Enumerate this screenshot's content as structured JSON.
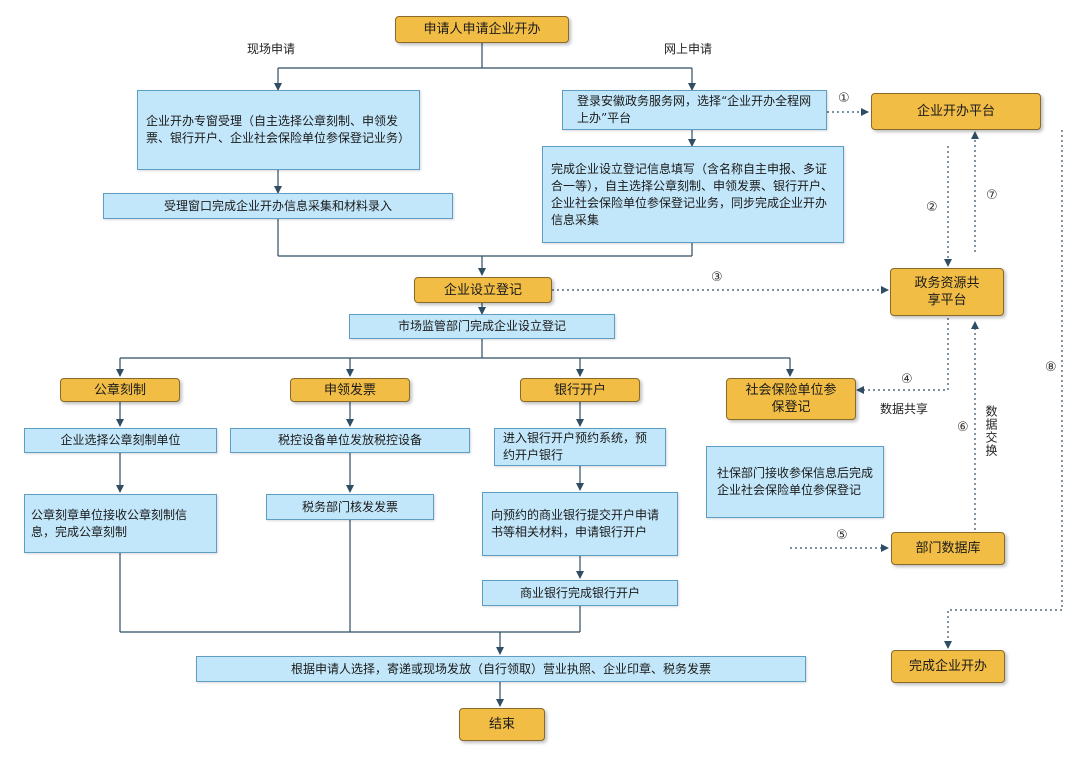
{
  "nodes": {
    "start": "申请人申请企业开办",
    "onsite_window": "企业开办专窗受理（自主选择公章刻制、申领发票、银行开户、企业社会保险单位参保登记业务）",
    "onsite_collect": "受理窗口完成企业开办信息采集和材料录入",
    "online_login": "登录安徽政务服务网，选择“企业开办全程网上办”平台",
    "online_fill": "完成企业设立登记信息填写（含名称自主申报、多证合一等），自主选择公章刻制、申领发票、银行开户、企业社会保险单位参保登记业务，同步完成企业开办信息采集",
    "platform": "企业开办平台",
    "registration": "企业设立登记",
    "gov_share": "政务资源共享平台",
    "market_reg": "市场监管部门完成企业设立登记",
    "seal": "公章刻制",
    "invoice": "申领发票",
    "bank": "银行开户",
    "social": "社会保险单位参保登记",
    "seal_1": "企业选择公章刻制单位",
    "seal_2": "公章刻章单位接收公章刻制信息，完成公章刻制",
    "invoice_1": "税控设备单位发放税控设备",
    "invoice_2": "税务部门核发发票",
    "bank_1": "进入银行开户预约系统，预约开户银行",
    "bank_2": "向预约的商业银行提交开户申请书等相关材料，申请银行开户",
    "bank_3": "商业银行完成银行开户",
    "social_dept": "社保部门接收参保信息后完成企业社会保险单位参保登记",
    "dept_db": "部门数据库",
    "delivery": "根据申请人选择，寄递或现场发放（自行领取）营业执照、企业印章、税务发票",
    "end": "结束",
    "complete": "完成企业开办"
  },
  "labels": {
    "onsite": "现场申请",
    "online": "网上申请",
    "data_share": "数据共享",
    "data_exchange": "数据交换"
  },
  "steps": [
    "①",
    "②",
    "③",
    "④",
    "⑤",
    "⑥",
    "⑦",
    "⑧"
  ],
  "colors": {
    "gold": "#f2bd45",
    "blue": "#c3e7fa",
    "line": "#2f4d63"
  }
}
